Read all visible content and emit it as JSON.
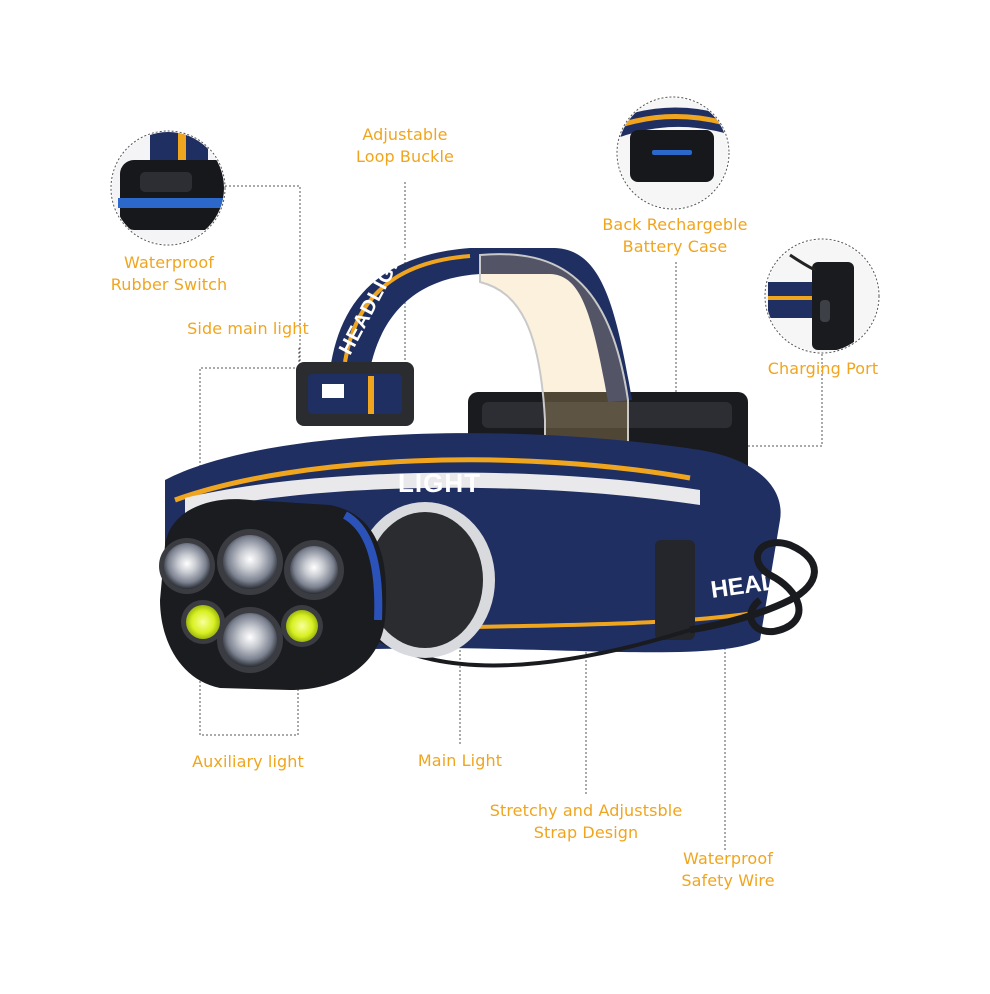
{
  "accent_color": "#f0a51e",
  "strap_color": "#1f2f62",
  "strap_print": [
    "HEADLIGHT",
    "LIGHT",
    "HEADLIGH"
  ],
  "labels": {
    "waterproof_rubber_switch": [
      "Waterproof",
      "Rubber Switch"
    ],
    "adjustable_loop_buckle": [
      "Adjustable",
      "Loop Buckle"
    ],
    "back_battery_case": [
      "Back Rechargeble",
      "Battery Case"
    ],
    "charging_port": "Charging Port",
    "side_main_light": "Side main light",
    "auxiliary_light": "Auxiliary light",
    "main_light": "Main Light",
    "stretchy_strap": [
      "Stretchy and Adjustsble",
      "Strap Design"
    ],
    "waterproof_safety_wire": [
      "Waterproof",
      "Safety Wire"
    ]
  }
}
